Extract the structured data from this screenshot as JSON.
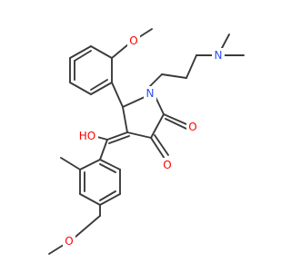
{
  "molecule": {
    "atom_colors": {
      "carbon_bond": "#3a3a3a",
      "oxygen": "#ff0000",
      "nitrogen": "#3050f8"
    },
    "labels": {
      "methoxy_top_oxygen": "O",
      "tertiary_amine_nitrogen": "N",
      "ring_nitrogen": "N",
      "hydroxyl": "HO",
      "ketone_oxygen_upper": "O",
      "ketone_oxygen_lower": "O",
      "methoxy_bottom_oxygen": "O"
    }
  }
}
